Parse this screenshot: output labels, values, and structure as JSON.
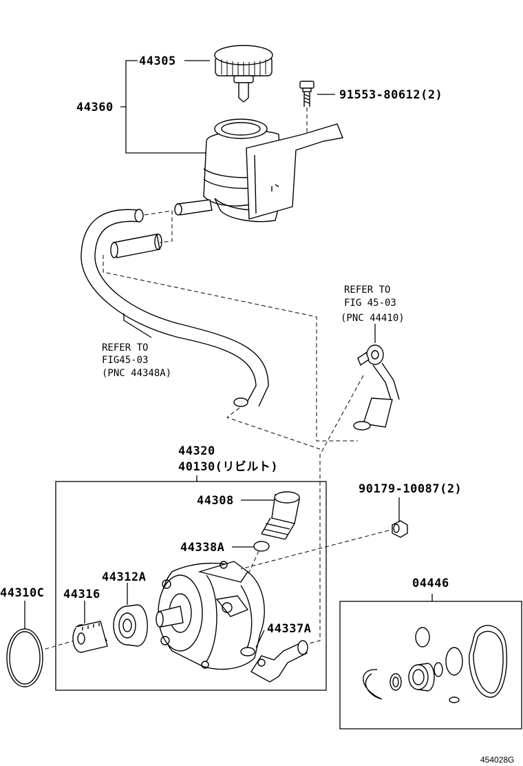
{
  "labels": {
    "cap": "44305",
    "reservoir": "44360",
    "bolt": "91553-80612(2)",
    "pump_assy": "44320",
    "pump_rebuilt": "40130(リビルト)",
    "union": "44308",
    "oring_a": "44338A",
    "sensor_nut": "90179-10087(2)",
    "bearing": "44312A",
    "pulley_ring": "44316",
    "gasket_c": "44310C",
    "oring_b": "44337A",
    "gasket_kit": "04446"
  },
  "refs": {
    "suction_hose": [
      "REFER TO",
      "FIG45-03",
      "(PNC 44348A)"
    ],
    "pressure_tube": [
      "REFER TO",
      "FIG 45-03",
      "(PNC 44410)"
    ]
  },
  "diagram_code": "454028G"
}
